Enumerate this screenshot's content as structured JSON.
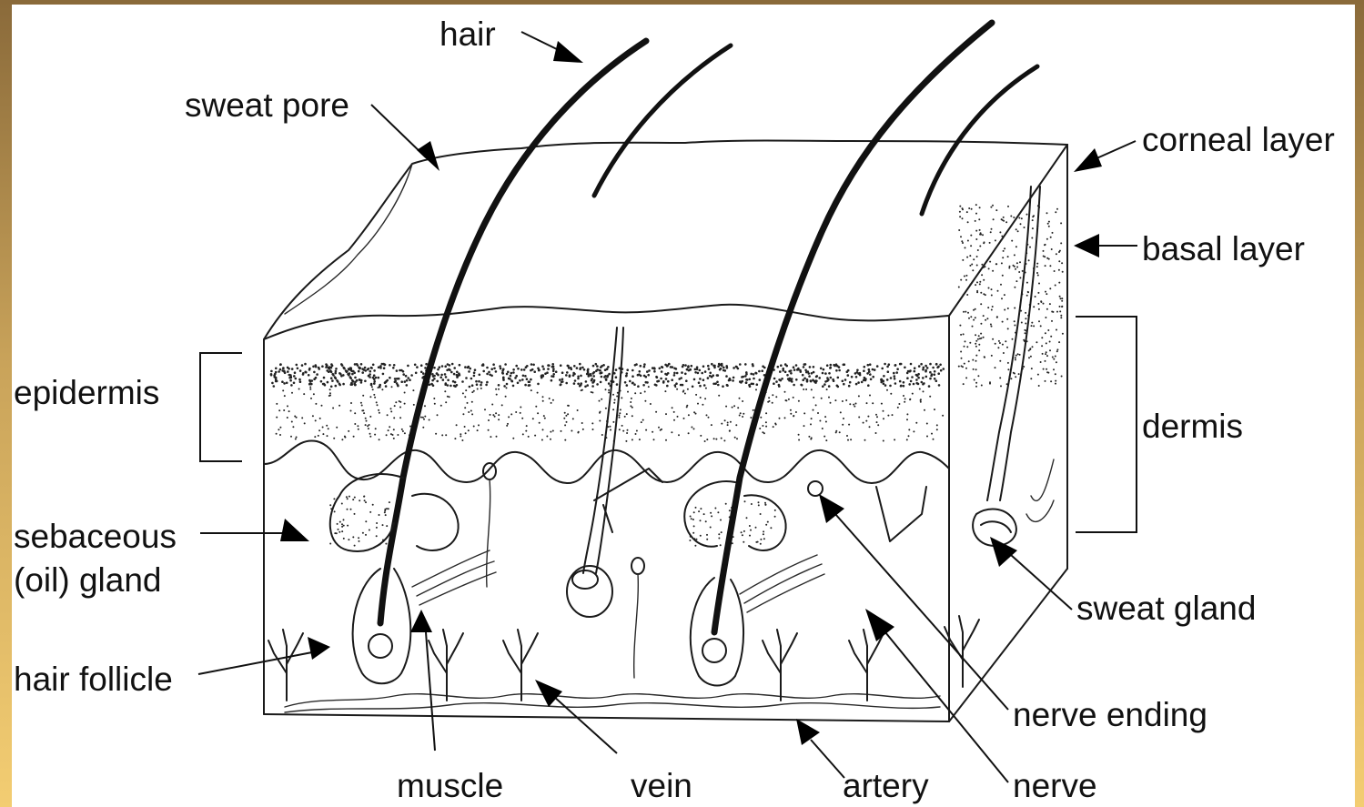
{
  "labels": {
    "hair": "hair",
    "sweat_pore": "sweat pore",
    "corneal_layer": "corneal layer",
    "basal_layer": "basal layer",
    "epidermis": "epidermis",
    "dermis": "dermis",
    "sebaceous_line1": "sebaceous",
    "sebaceous_line2": "(oil) gland",
    "hair_follicle": "hair follicle",
    "sweat_gland": "sweat gland",
    "nerve_ending": "nerve ending",
    "muscle": "muscle",
    "vein": "vein",
    "artery": "artery",
    "nerve": "nerve"
  },
  "colors": {
    "frame_border_top": "#8a6a3a",
    "frame_border_bottom": "#f3cd72",
    "background": "#ffffff",
    "ink": "#111111"
  }
}
